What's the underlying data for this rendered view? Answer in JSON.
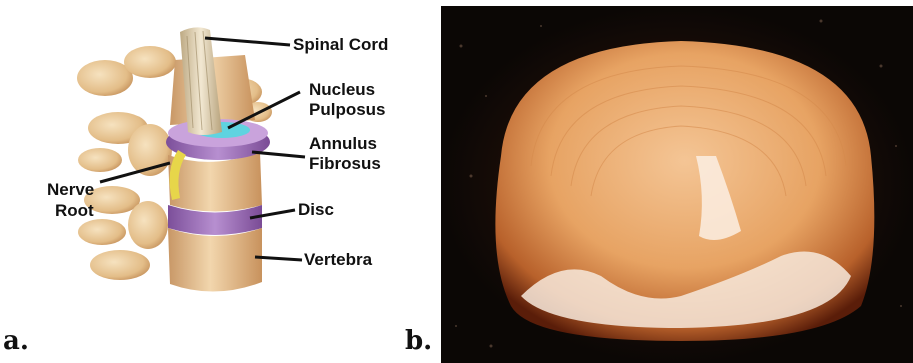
{
  "panels": {
    "a": {
      "letter": "a."
    },
    "b": {
      "letter": "b."
    }
  },
  "labels": {
    "spinal_cord": "Spinal Cord",
    "nucleus_line1": "Nucleus",
    "nucleus_line2": "Pulposus",
    "annulus_line1": "Annulus",
    "annulus_line2": "Fibrosus",
    "nerve_line1": "Nerve",
    "nerve_line2": "Root",
    "disc": "Disc",
    "vertebra": "Vertebra"
  },
  "colors": {
    "bone": "#e8c89a",
    "bone_shadow": "#c99a62",
    "disc_purple": "#9b6fb4",
    "nucleus_cyan": "#5fd3e0",
    "cord": "#e9dcc0",
    "nerve": "#e8d84a",
    "tissue_orange": "#e9a561",
    "tissue_dark": "#3a1207"
  }
}
